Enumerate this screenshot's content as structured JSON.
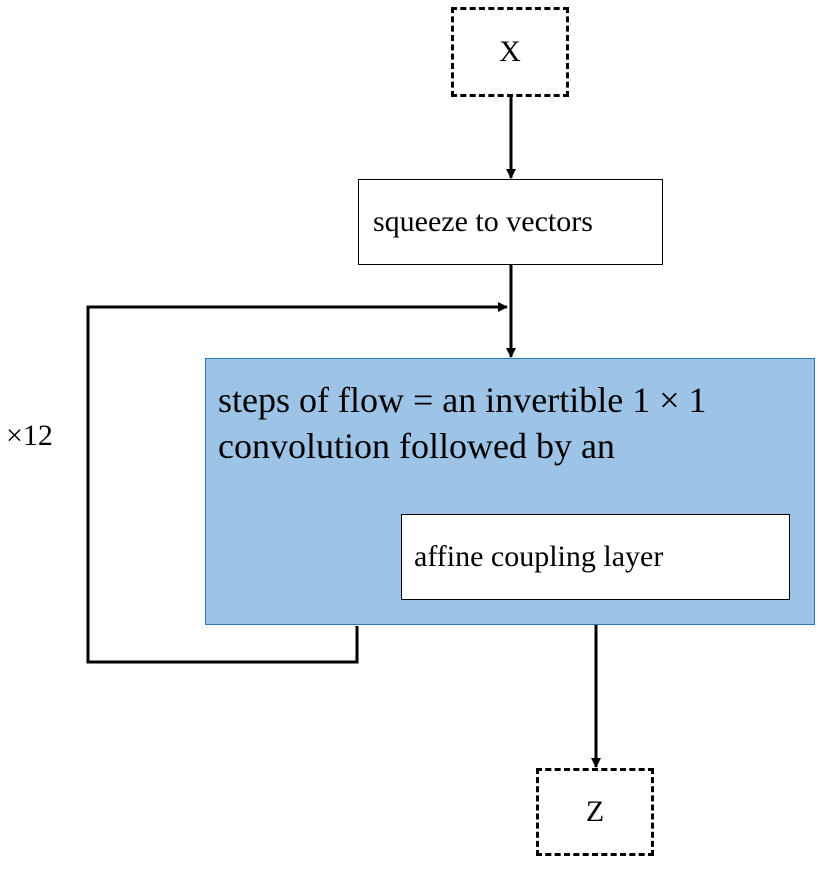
{
  "diagram": {
    "input_node": {
      "label": "X"
    },
    "squeeze_node": {
      "label": "squeeze to vectors"
    },
    "flow_step": {
      "text_line1": "steps of flow = an invertible 1 × 1",
      "text_line2": "convolution followed by an",
      "fill_color": "#9dc3e6",
      "border_color": "#2e75b6"
    },
    "coupling_node": {
      "label": "affine coupling layer"
    },
    "repeat_label": "×12",
    "output_node": {
      "label": "Z"
    }
  }
}
